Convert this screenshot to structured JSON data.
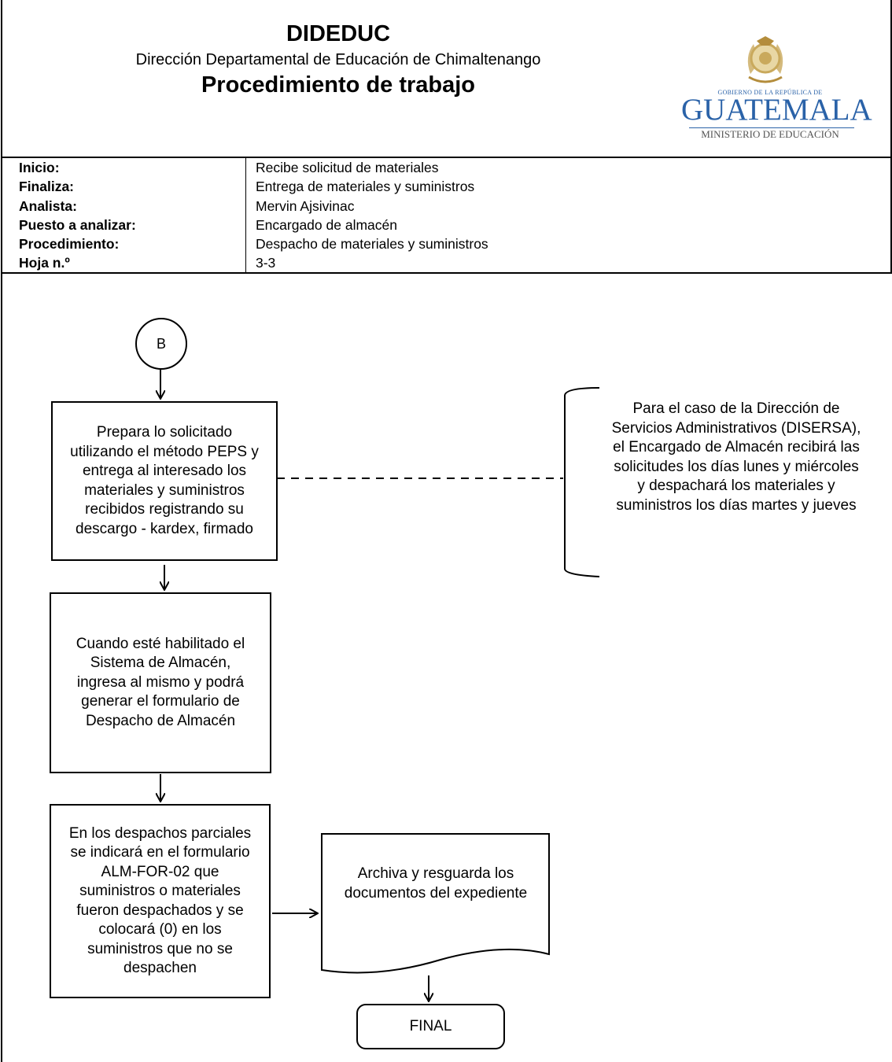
{
  "header": {
    "org": "DIDEDUC",
    "department": "Dirección Departamental de Educación de Chimaltenango",
    "doc_type": "Procedimiento de trabajo",
    "logo": {
      "top_text": "GOBIERNO DE LA REPÚBLICA DE",
      "country": "GUATEMALA",
      "ministry": "MINISTERIO DE EDUCACIÓN",
      "colors": {
        "blue": "#2a62a8",
        "gold": "#c9a95c"
      }
    }
  },
  "info": {
    "rows": [
      {
        "label": "Inicio:",
        "value": "Recibe solicitud de materiales"
      },
      {
        "label": "Finaliza:",
        "value": "Entrega de materiales y suministros"
      },
      {
        "label": "Analista:",
        "value": "Mervin Ajsivinac"
      },
      {
        "label": "Puesto a analizar:",
        "value": "Encargado de almacén"
      },
      {
        "label": "Procedimiento:",
        "value": "Despacho de materiales y suministros"
      },
      {
        "label": "Hoja n.º",
        "value": "3-3"
      }
    ]
  },
  "flow": {
    "connector": "B",
    "step1": "Prepara lo solicitado utilizando el método PEPS y entrega al interesado los materiales y suministros recibidos registrando su descargo - kardex, firmado",
    "annotation": "Para el caso de la Dirección de Servicios Administrativos (DISERSA), el Encargado de Almacén recibirá las solicitudes los días lunes y miércoles y despachará los materiales y suministros los días martes y jueves",
    "step2": "Cuando esté habilitado el Sistema de Almacén, ingresa al mismo y podrá generar el formulario de Despacho de Almacén",
    "step3": "En los despachos parciales se indicará en el formulario ALM-FOR-02 que suministros o materiales fueron despachados y se colocará (0) en los suministros que no se despachen",
    "document": "Archiva y resguarda los documentos del expediente",
    "end": "FINAL"
  }
}
